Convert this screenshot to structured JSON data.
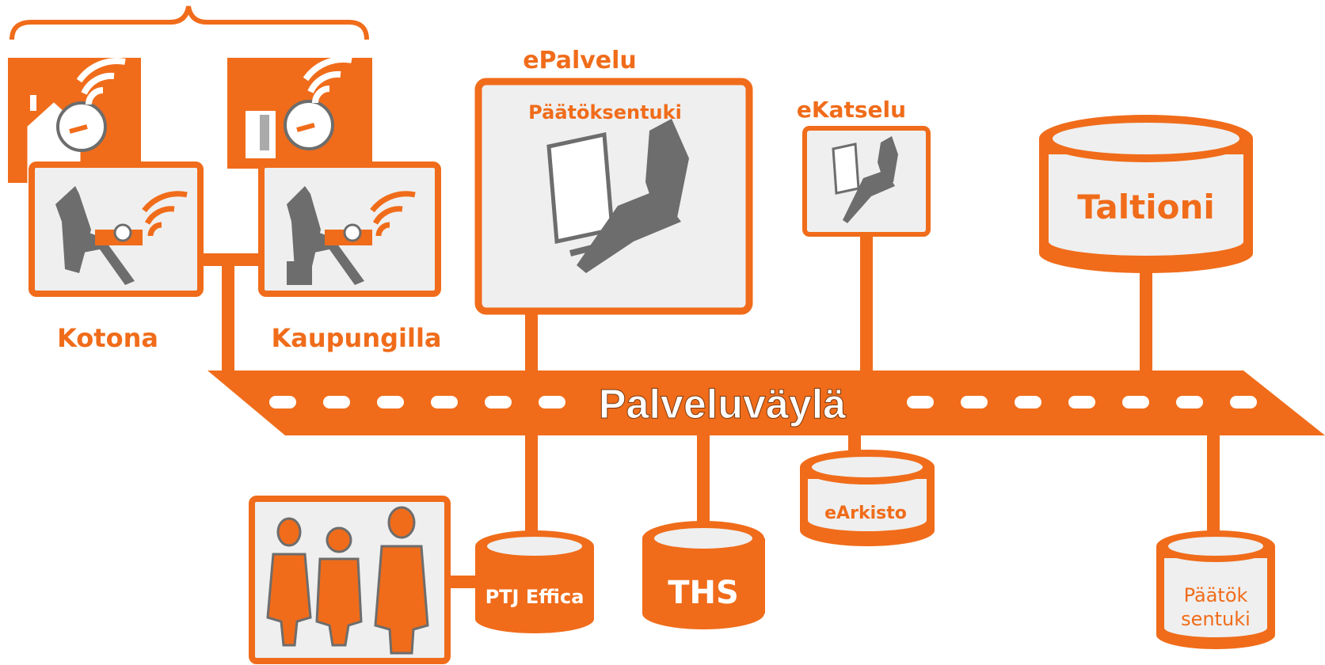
{
  "colors": {
    "accent": "#f06c1a",
    "panel": "#efefef",
    "figure": "#6d6d6d",
    "white": "#ffffff"
  },
  "bus": {
    "title": "Palveluväylä"
  },
  "nodes": {
    "kotona": {
      "label": "Kotona"
    },
    "kaupungilla": {
      "label": "Kaupungilla"
    },
    "epalvelu": {
      "label": "ePalvelu",
      "inner_label": "Päätöksentuki"
    },
    "ekatselu": {
      "label": "eKatselu"
    },
    "taltioni": {
      "label": "Taltioni"
    },
    "earkisto": {
      "label": "eArkisto"
    },
    "ptj_effica": {
      "label": "PTJ Effica"
    },
    "ths": {
      "label": "THS"
    },
    "paatoksentuki_db": {
      "label_line1": "Päätök",
      "label_line2": "sentuki"
    }
  },
  "icons": [
    "house-icon",
    "meter-icon",
    "wifi-icon",
    "building-icon",
    "person-at-computer-icon",
    "person-with-device-icon",
    "staff-icon"
  ]
}
